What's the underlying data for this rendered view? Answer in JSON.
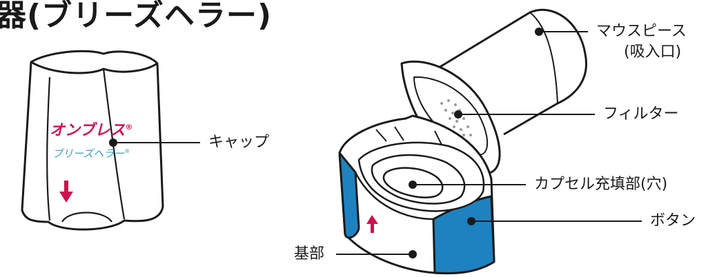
{
  "title": "器(ブリーズヘラー)",
  "cap": {
    "brand": "オンブレス",
    "brand_mark": "®",
    "device": "ブリーズヘラー",
    "device_mark": "®",
    "label": "キャップ"
  },
  "callouts": {
    "mouthpiece_line1": "マウスピース",
    "mouthpiece_line2": "(吸入口)",
    "filter": "フィルター",
    "capsule_chamber": "カプセル充填部(穴)",
    "button": "ボタン",
    "base": "基部"
  },
  "colors": {
    "outline": "#1a1a1a",
    "brand_magenta": "#c8175d",
    "device_teal": "#3a9bbf",
    "button_blue": "#1e82c0",
    "arrow_magenta": "#d0104c",
    "mesh": "#9a9a9a"
  },
  "icons": {
    "cap_arrow": "arrow-down-icon",
    "base_arrow": "arrow-up-icon"
  }
}
